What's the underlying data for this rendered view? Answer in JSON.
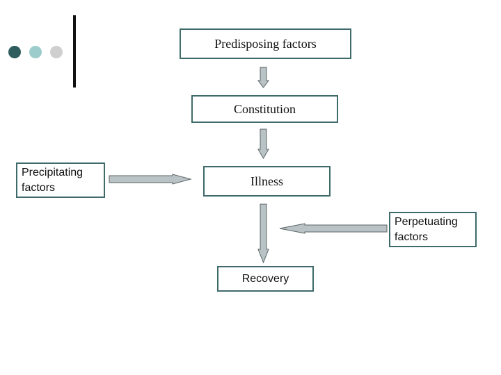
{
  "colors": {
    "box_border": "#3f6a6a",
    "arrow_fill": "#b9c2c4",
    "arrow_stroke": "#5b6566",
    "dot_1": "#2f5d5d",
    "dot_2": "#9ccccc",
    "dot_3": "#cfcfcf"
  },
  "nodes": {
    "predisposing": {
      "label": "Predisposing factors"
    },
    "constitution": {
      "label": "Constitution"
    },
    "illness": {
      "label": "Illness"
    },
    "recovery": {
      "label": "Recovery"
    },
    "precipitating": {
      "line1": "Precipitating",
      "line2": "factors"
    },
    "perpetuating": {
      "line1": "Perpetuating",
      "line2": "factors"
    }
  }
}
